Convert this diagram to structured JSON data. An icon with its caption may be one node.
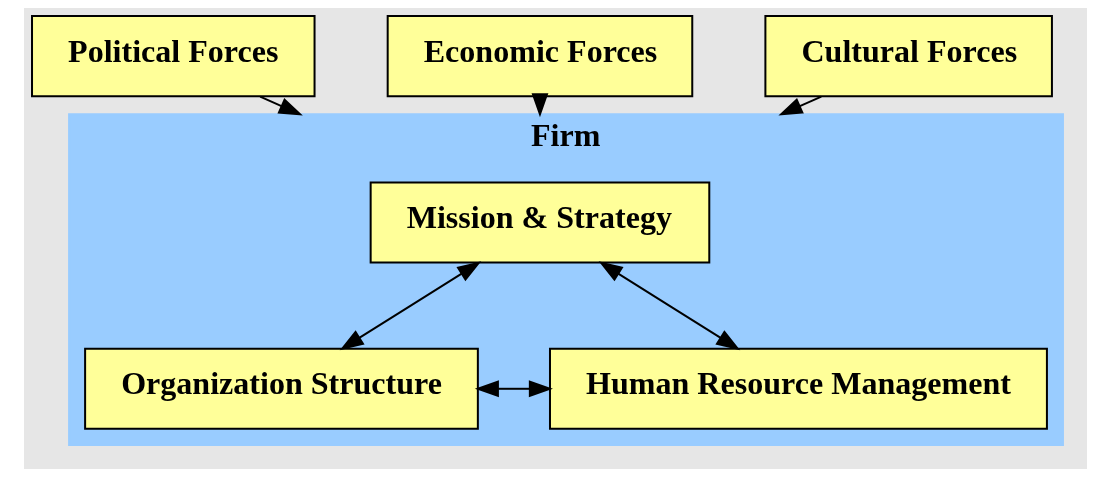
{
  "diagram": {
    "nodes": [
      {
        "text": [
          "Political Forces"
        ]
      },
      {
        "text": [
          "Economic Forces"
        ]
      },
      {
        "text": [
          "Cultural Forces"
        ]
      },
      {
        "text": [
          "Firm"
        ]
      },
      {
        "text": [
          "Mission & Strategy"
        ],
        "in": 3
      },
      {
        "text": [
          "Organization Structure"
        ],
        "in": 3
      },
      {
        "text": [
          "Human Resource Management"
        ],
        "in": 3
      }
    ],
    "edges": [
      {
        "from": 0,
        "to": 3,
        "arrow": "to"
      },
      {
        "from": 1,
        "to": 3,
        "arrow": "to"
      },
      {
        "from": 2,
        "to": 3,
        "arrow": "to"
      },
      {
        "from": 4,
        "to": 5,
        "arrow": "both"
      },
      {
        "from": 4,
        "to": 6,
        "arrow": "both"
      },
      {
        "from": 5,
        "to": 6,
        "arrow": "both"
      }
    ]
  }
}
